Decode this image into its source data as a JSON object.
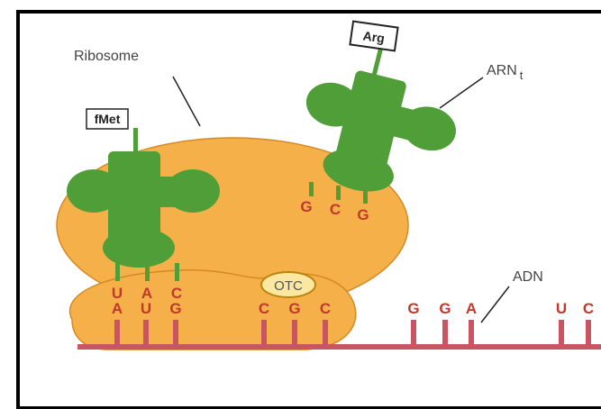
{
  "colors": {
    "ribosome": "#f6b04a",
    "ribosome_outline": "#d48a22",
    "trna": "#4f9e38",
    "strand": "#c95563",
    "base_text": "#c0392b",
    "otc_fill": "#fbe7a0",
    "otc_outline": "#b8860b"
  },
  "labels": {
    "ribosome": "Ribosome",
    "trna": "ARN",
    "trna_sub": "t",
    "dna": "ADN",
    "otc": "OTC"
  },
  "amino_acids": {
    "left": "fMet",
    "right": "Arg"
  },
  "anticodons": {
    "left": [
      "U",
      "A",
      "C"
    ],
    "right": [
      "G",
      "C",
      "G"
    ]
  },
  "strand_bases": {
    "p_site": [
      "A",
      "U",
      "G"
    ],
    "a_site": [
      "C",
      "G",
      "C"
    ],
    "next": [
      "G",
      "G",
      "A"
    ],
    "tail": [
      "U",
      "C"
    ]
  }
}
